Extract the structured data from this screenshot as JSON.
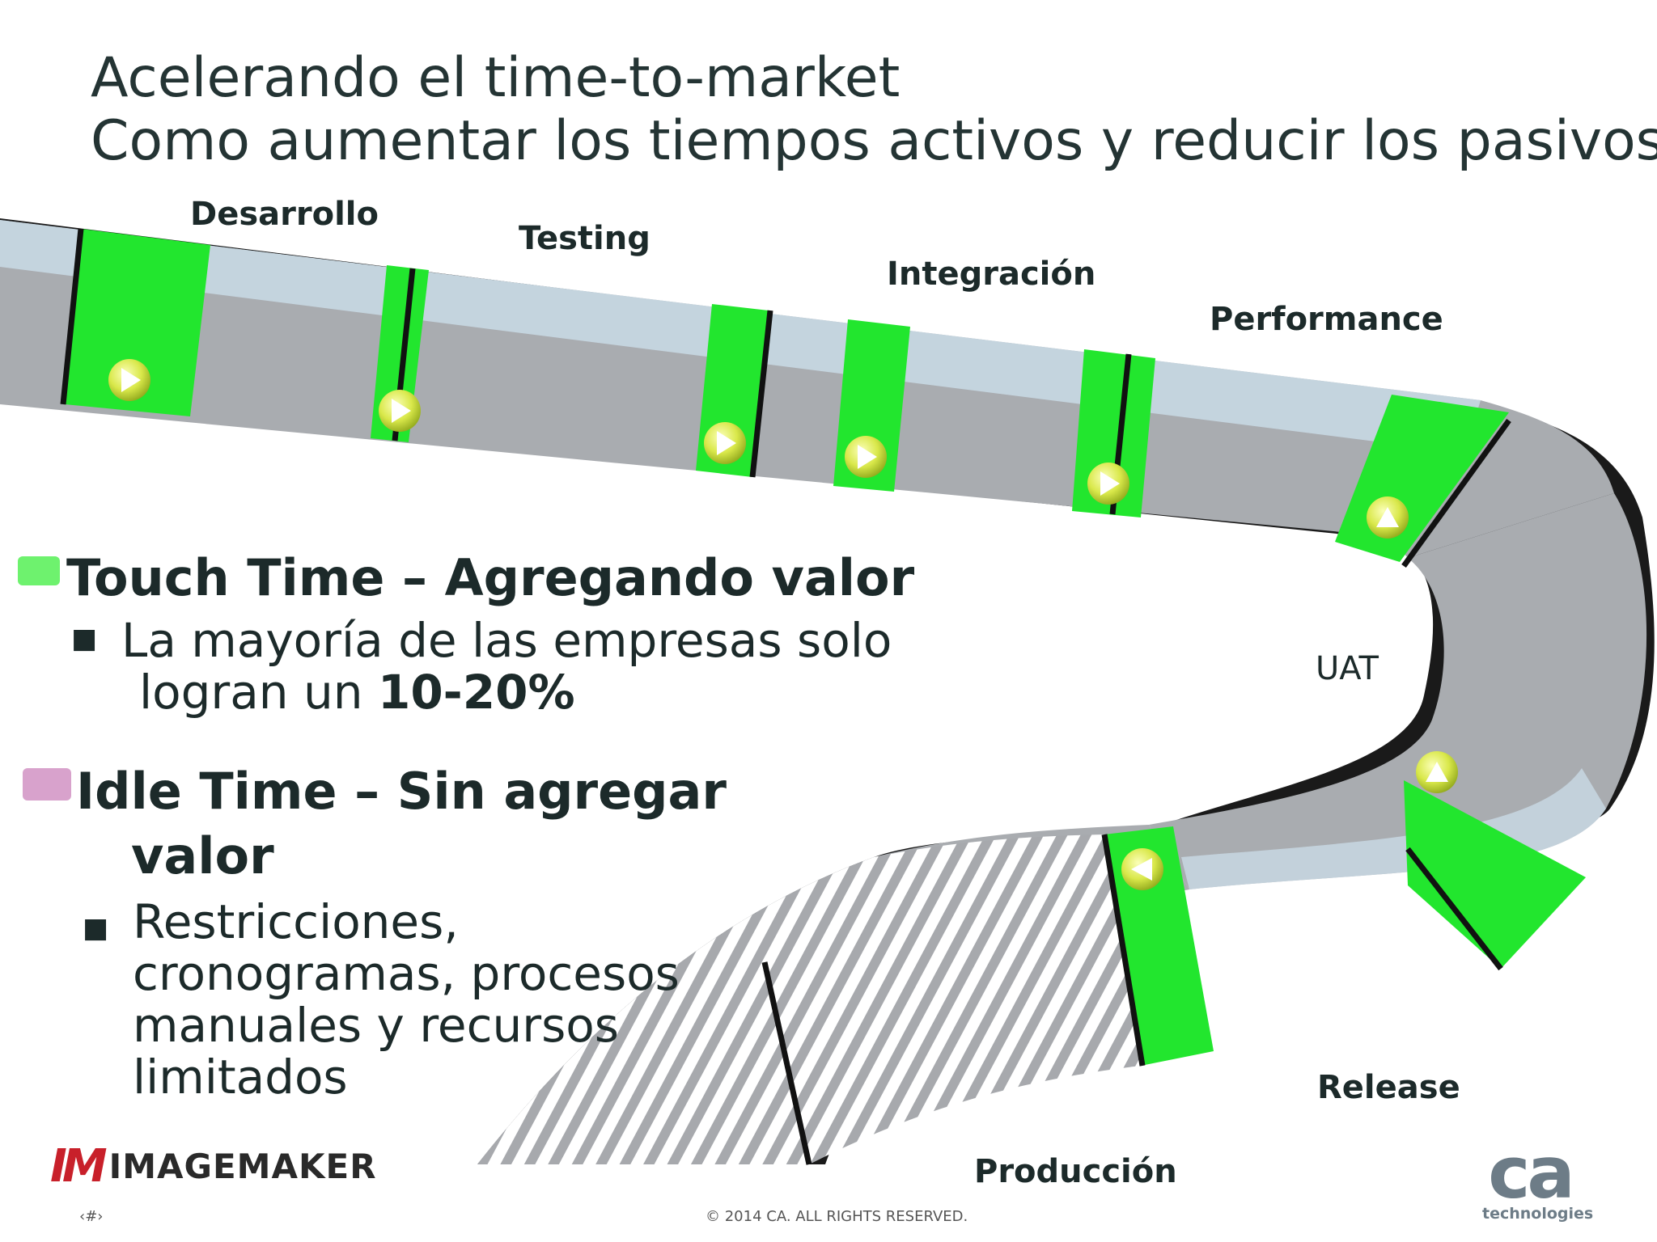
{
  "title": {
    "line1": "Acelerando el time-to-market",
    "line2": "Como aumentar los tiempos  activos y reducir los pasivos"
  },
  "stages": {
    "desarrollo": "Desarrollo",
    "testing": "Testing",
    "integracion": "Integración",
    "performance": "Performance",
    "uat": "UAT",
    "release": "Release",
    "produccion": "Producción"
  },
  "legend": {
    "touch": {
      "title": "Touch Time – Agregando valor",
      "color": "#6ef26e",
      "bullet": "La mayoría de las empresas solo",
      "bullet_line2_prefix": "logran un ",
      "bullet_line2_bold": "10-20%"
    },
    "idle": {
      "title_line1": "Idle Time – Sin agregar",
      "title_line2": "valor",
      "color": "#d8a2cc",
      "bullet_line1": "Restricciones,",
      "bullet_line2": "cronogramas, procesos",
      "bullet_line3": "manuales y recursos",
      "bullet_line4": "limitados"
    }
  },
  "colors": {
    "road_green": "#22e62e",
    "road_gray": "#a9acb0",
    "road_light": "#c9dbe6",
    "road_edge": "#1a1a1a"
  },
  "logos": {
    "imagemaker_mark": "IM",
    "imagemaker_word": "IMAGEMAKER",
    "ca_mark": "ca",
    "ca_word": "technologies"
  },
  "footer": {
    "slide_number": "‹#›",
    "copyright": "© 2014 CA. ALL RIGHTS RESERVED."
  }
}
